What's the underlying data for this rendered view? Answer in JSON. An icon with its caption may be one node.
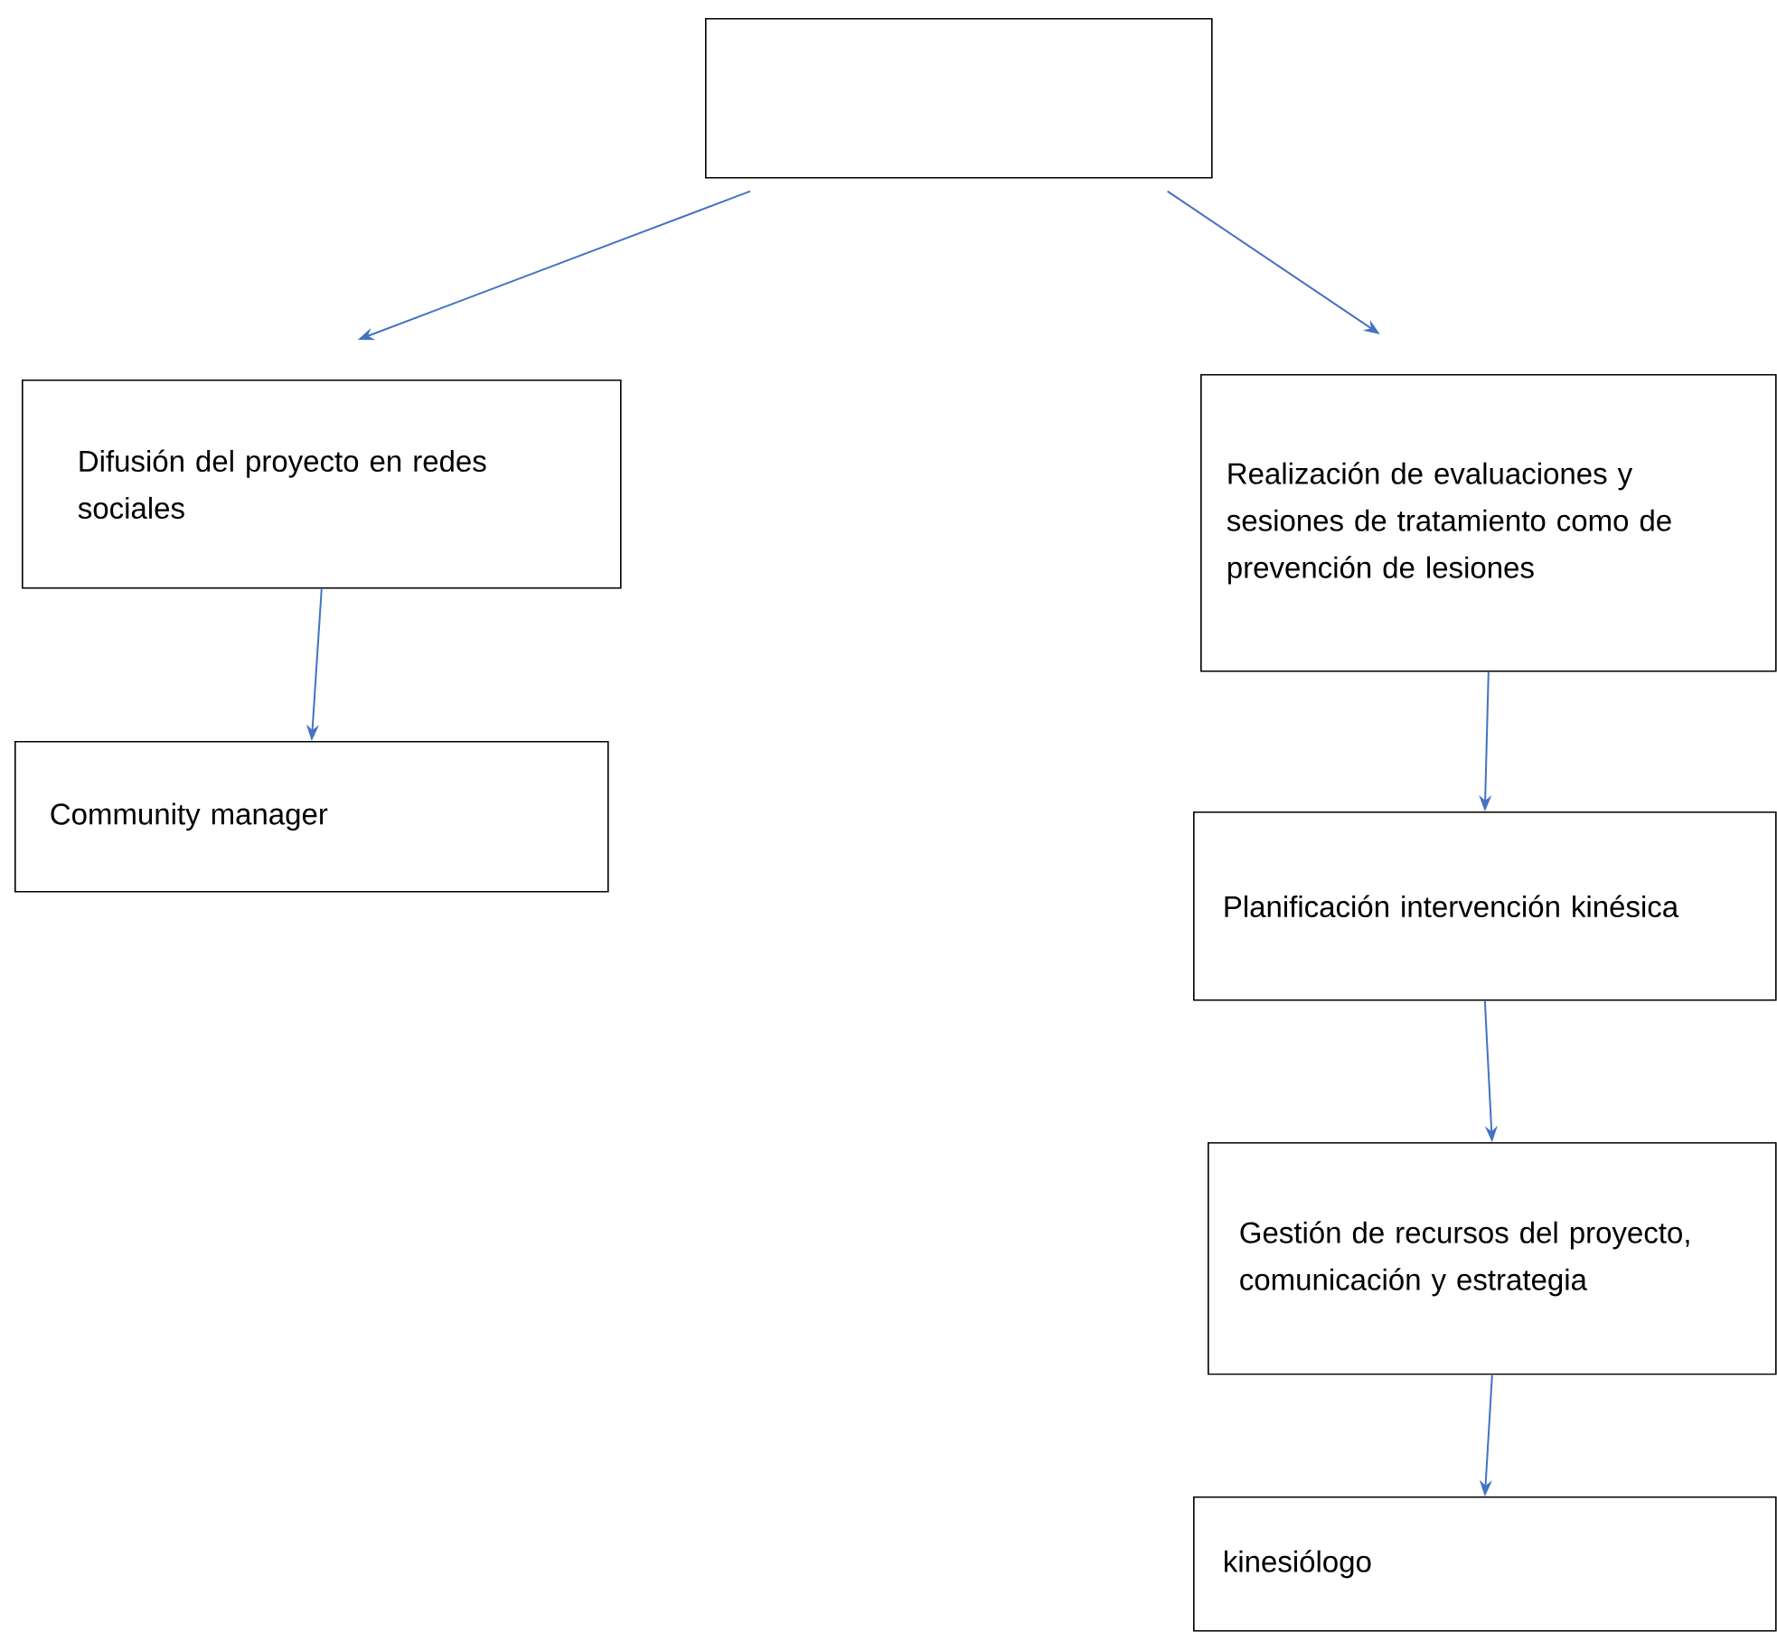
{
  "diagram": {
    "nodes": [
      {
        "text": [],
        "shape": "box"
      },
      {
        "text": [
          "Difusión del proyecto en redes sociales"
        ]
      },
      {
        "text": [
          "Community manager"
        ]
      },
      {
        "text": [
          "Realización de evaluaciones y sesiones de tratamiento como de prevención de lesiones"
        ]
      },
      {
        "text": [
          "Planificación intervención kinésica"
        ]
      },
      {
        "text": [
          "Gestión de recursos del proyecto, comunicación y estrategia"
        ]
      },
      {
        "text": [
          "kinesiólogo"
        ]
      }
    ],
    "edges": [
      {
        "from": 0,
        "to": 1,
        "arrow": "to"
      },
      {
        "from": 0,
        "to": 3,
        "arrow": "to"
      },
      {
        "from": 1,
        "to": 2,
        "arrow": "to"
      },
      {
        "from": 3,
        "to": 4,
        "arrow": "to"
      },
      {
        "from": 4,
        "to": 5,
        "arrow": "to"
      },
      {
        "from": 5,
        "to": 6,
        "arrow": "to"
      }
    ]
  }
}
